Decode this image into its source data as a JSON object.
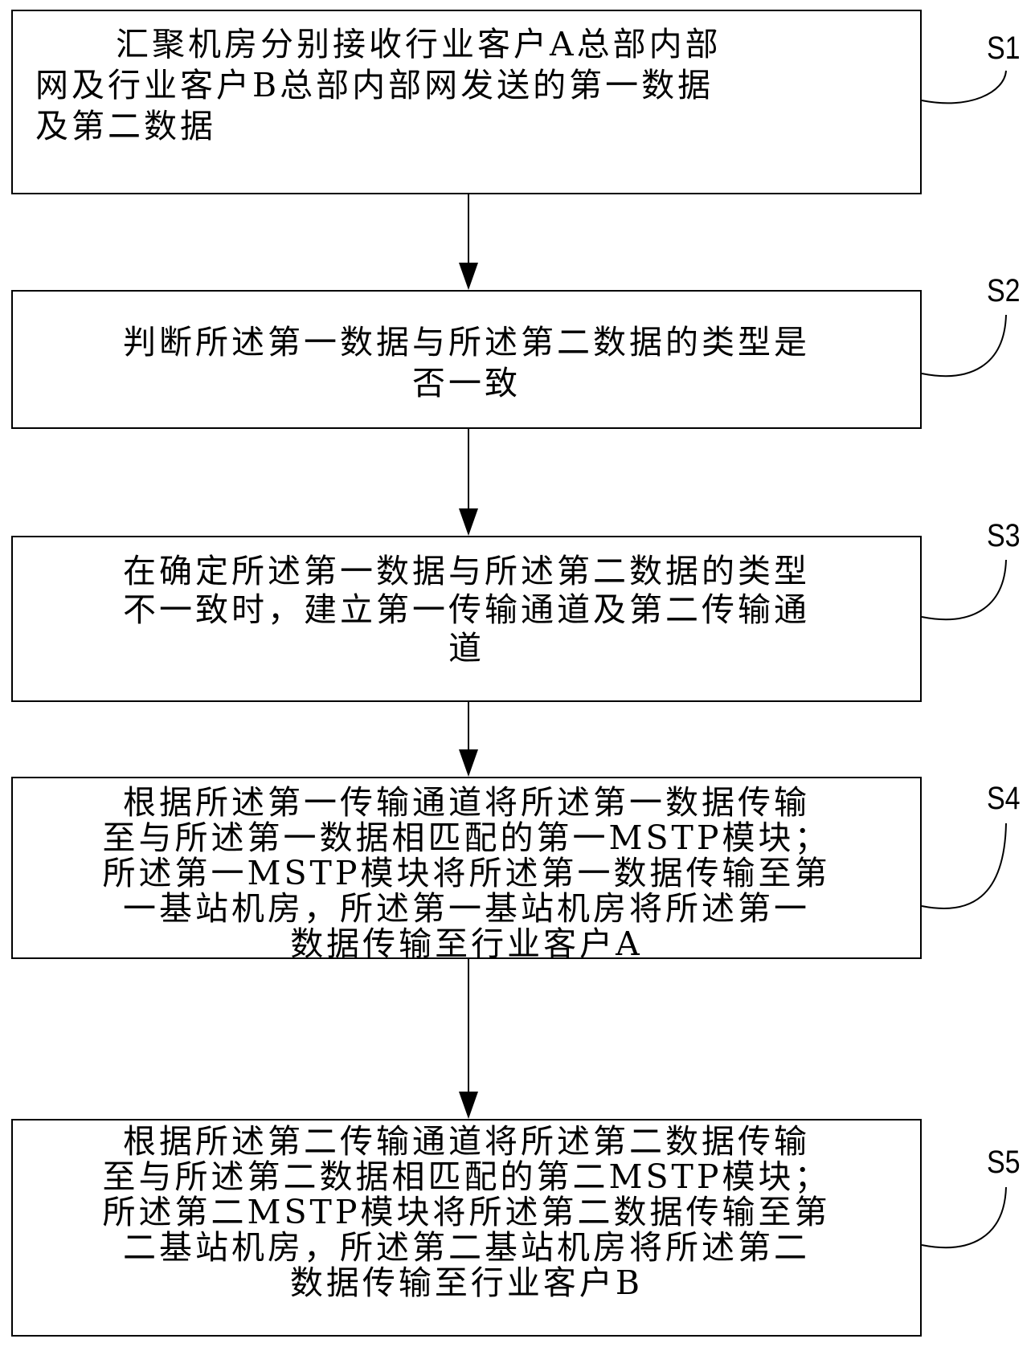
{
  "diagram": {
    "type": "flowchart",
    "steps": [
      {
        "id": "S1",
        "label": "S1",
        "lines": [
          "汇聚机房分别接收行业客户A总部内部",
          "网及行业客户B总部内部网发送的第一数据",
          "及第二数据"
        ]
      },
      {
        "id": "S2",
        "label": "S2",
        "lines": [
          "判断所述第一数据与所述第二数据的类型是",
          "否一致"
        ]
      },
      {
        "id": "S3",
        "label": "S3",
        "lines": [
          "在确定所述第一数据与所述第二数据的类型",
          "不一致时，建立第一传输通道及第二传输通",
          "道"
        ]
      },
      {
        "id": "S4",
        "label": "S4",
        "lines": [
          "根据所述第一传输通道将所述第一数据传输",
          "至与所述第一数据相匹配的第一MSTP模块；",
          "所述第一MSTP模块将所述第一数据传输至第",
          "一基站机房，所述第一基站机房将所述第一",
          "数据传输至行业客户A"
        ]
      },
      {
        "id": "S5",
        "label": "S5",
        "lines": [
          "根据所述第二传输通道将所述第二数据传输",
          "至与所述第二数据相匹配的第二MSTP模块；",
          "所述第二MSTP模块将所述第二数据传输至第",
          "二基站机房，所述第二基站机房将所述第二",
          "数据传输至行业客户B"
        ]
      }
    ],
    "edges": [
      {
        "from": "S1",
        "to": "S2"
      },
      {
        "from": "S2",
        "to": "S3"
      },
      {
        "from": "S3",
        "to": "S4"
      },
      {
        "from": "S4",
        "to": "S5"
      }
    ],
    "colors": {
      "stroke": "#000000",
      "background": "#ffffff"
    }
  }
}
